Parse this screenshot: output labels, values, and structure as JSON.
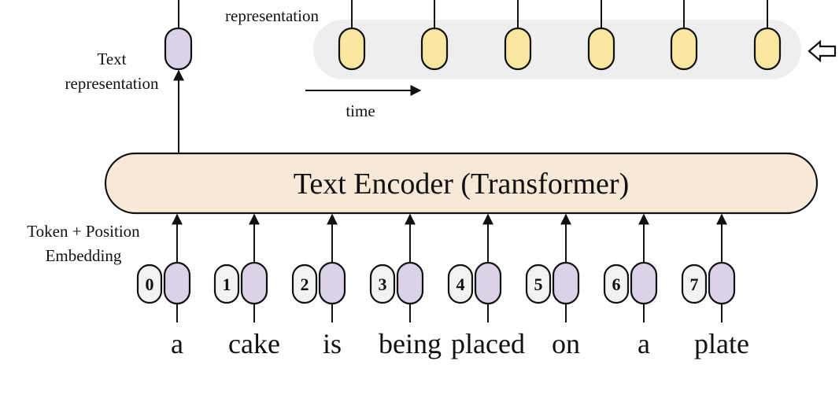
{
  "labels": {
    "text_representation_line1": "Text",
    "text_representation_line2": "representation",
    "top_representation_partial": "representation",
    "time": "time",
    "encoder": "Text Encoder (Transformer)",
    "embedding_line1": "Token + Position",
    "embedding_line2": "Embedding"
  },
  "tokens": [
    {
      "index": "0",
      "word": "a"
    },
    {
      "index": "1",
      "word": "cake"
    },
    {
      "index": "2",
      "word": "is"
    },
    {
      "index": "3",
      "word": "being"
    },
    {
      "index": "4",
      "word": "placed"
    },
    {
      "index": "5",
      "word": "on"
    },
    {
      "index": "6",
      "word": "a"
    },
    {
      "index": "7",
      "word": "plate"
    }
  ],
  "colors": {
    "token_embedding": "#d9d2e9",
    "position_badge": "#f2f2f2",
    "encoder_fill": "#f8e8d6",
    "time_feature": "#f9e79f",
    "time_band": "#eeeeee",
    "stroke": "#111111"
  },
  "icons": {
    "input_arrow": "hollow-left-arrow-icon"
  }
}
